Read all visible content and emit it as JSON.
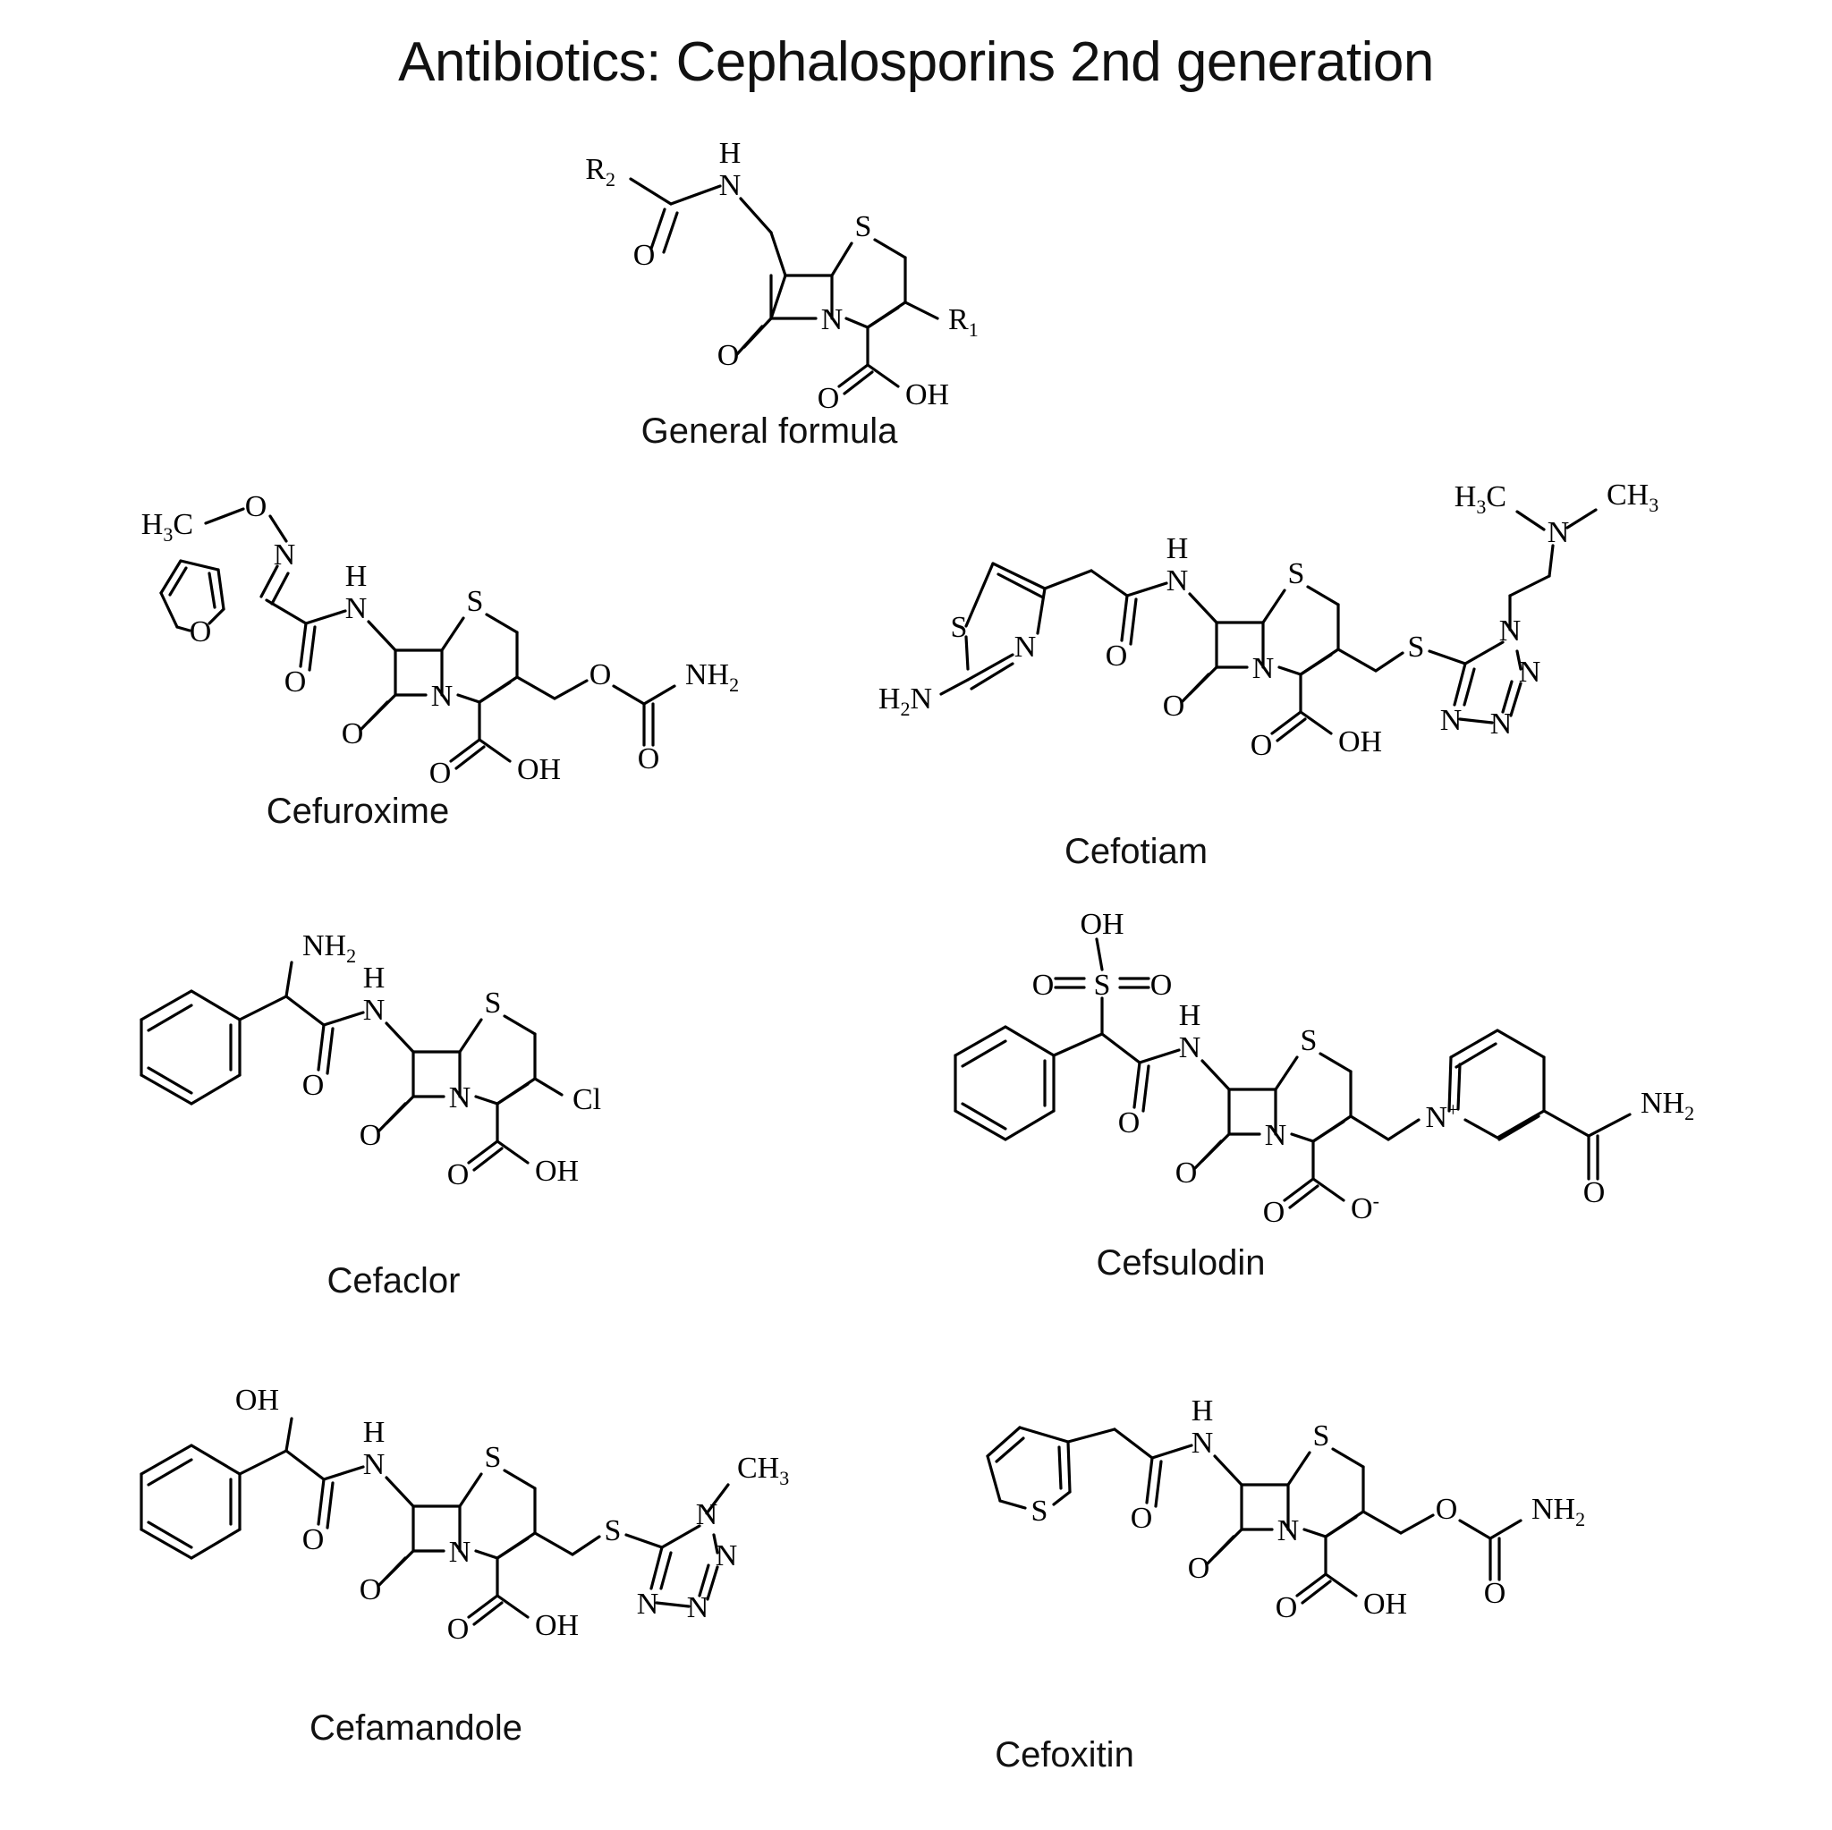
{
  "title": "Antibiotics: Cephalosporins 2nd generation",
  "general": {
    "caption": "General formula",
    "labels": {
      "r2": "R",
      "r2sub": "2",
      "r1": "R",
      "r1sub": "1",
      "nh_h": "H",
      "nh_n": "N",
      "s": "S",
      "ring_n": "N",
      "amide_o": "O",
      "lactam_o": "O",
      "acid_o": "O",
      "acid_oh": "OH"
    }
  },
  "molecules": [
    {
      "id": "cefuroxime",
      "caption": "Cefuroxime",
      "labels": {
        "h3c": "H",
        "h3c_sub": "3",
        "h3c_c": "C",
        "ome_o": "O",
        "imine_n": "N",
        "furan_o": "O",
        "nh_h": "H",
        "nh_n": "N",
        "amide_o": "O",
        "lactam_o": "O",
        "core_s": "S",
        "core_n": "N",
        "acid_o": "O",
        "acid_oh": "OH",
        "ester_o": "O",
        "carb_o": "O",
        "nh2": "NH",
        "nh2_sub": "2"
      }
    },
    {
      "id": "cefotiam",
      "caption": "Cefotiam",
      "labels": {
        "thz_s": "S",
        "thz_n": "N",
        "h2n": "H",
        "h2n_sub": "2",
        "h2n_n": "N",
        "nh_h": "H",
        "nh_n": "N",
        "amide_o": "O",
        "lactam_o": "O",
        "core_s": "S",
        "core_n": "N",
        "acid_o": "O",
        "acid_oh": "OH",
        "link_s": "S",
        "tet_n1": "N",
        "tet_n2": "N",
        "tet_n3": "N",
        "tet_n4": "N",
        "dim_n": "N",
        "h3c": "H",
        "h3c_sub": "3",
        "h3c_c": "C",
        "ch3": "CH",
        "ch3_sub": "3"
      }
    },
    {
      "id": "cefaclor",
      "caption": "Cefaclor",
      "labels": {
        "nh2": "NH",
        "nh2_sub": "2",
        "nh_h": "H",
        "nh_n": "N",
        "amide_o": "O",
        "lactam_o": "O",
        "core_s": "S",
        "core_n": "N",
        "acid_o": "O",
        "acid_oh": "OH",
        "cl": "Cl"
      }
    },
    {
      "id": "cefsulodin",
      "caption": "Cefsulodin",
      "labels": {
        "so3h_oh": "OH",
        "so3h_s": "S",
        "so3h_o_left": "O",
        "so3h_o_right": "O",
        "nh_h": "H",
        "nh_n": "N",
        "amide_o": "O",
        "lactam_o": "O",
        "core_s": "S",
        "core_n": "N",
        "acid_o": "O",
        "acid_om": "O",
        "acid_minus": "-",
        "pyr_n": "N",
        "pyr_plus": "+",
        "amide2_o": "O",
        "nh2": "NH",
        "nh2_sub": "2"
      }
    },
    {
      "id": "cefamandole",
      "caption": "Cefamandole",
      "labels": {
        "oh": "OH",
        "nh_h": "H",
        "nh_n": "N",
        "amide_o": "O",
        "lactam_o": "O",
        "core_s": "S",
        "core_n": "N",
        "acid_o": "O",
        "acid_oh": "OH",
        "link_s": "S",
        "tet_n1": "N",
        "tet_n2": "N",
        "tet_n3": "N",
        "tet_n4": "N",
        "ch3": "CH",
        "ch3_sub": "3"
      }
    },
    {
      "id": "cefoxitin",
      "caption": "Cefoxitin",
      "labels": {
        "thio_s": "S",
        "nh_h": "H",
        "nh_n": "N",
        "amide_o": "O",
        "lactam_o": "O",
        "core_s": "S",
        "core_n": "N",
        "acid_o": "O",
        "acid_oh": "OH",
        "ester_o": "O",
        "carb_o": "O",
        "nh2": "NH",
        "nh2_sub": "2"
      }
    }
  ],
  "colors": {
    "ink": "#000000",
    "background": "#ffffff",
    "text": "#111111"
  }
}
